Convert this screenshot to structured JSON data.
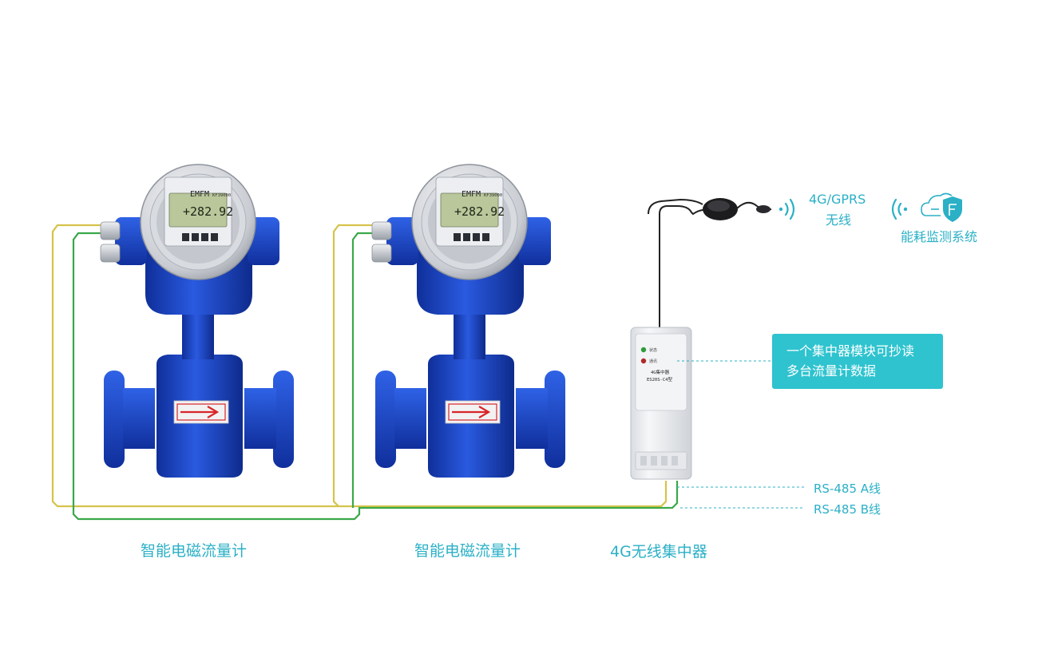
{
  "meters": [
    {
      "brand": "EMFM",
      "model": "KF39000",
      "reading": "+282.92",
      "label": "智能电磁流量计"
    },
    {
      "brand": "EMFM",
      "model": "KF39000",
      "reading": "+282.92",
      "label": "智能电磁流量计"
    }
  ],
  "concentrator": {
    "label": "4G无线集中器",
    "device_name": "4G集中器",
    "device_model": "ES20S-C4型",
    "led_1": "状态",
    "led_2": "通讯"
  },
  "wireless": {
    "line1": "4G/GPRS",
    "line2": "无线"
  },
  "system": {
    "label": "能耗监测系统"
  },
  "callout": {
    "line1": "一个集中器模块可抄读",
    "line2": "多台流量计数据"
  },
  "rs485": {
    "a": "RS-485  A线",
    "b": "RS-485  B线"
  },
  "colors": {
    "meter_blue": "#1a46c8",
    "accent_teal": "#2bb0c6",
    "callout_bg": "#2ec3cf",
    "wire_yellow": "#d6c34a",
    "wire_green": "#3aa84a",
    "display_green": "#b9c79a"
  },
  "icons": [
    "antenna-icon",
    "wifi-signal-icon",
    "cloud-shield-icon",
    "flow-arrow-icon"
  ]
}
